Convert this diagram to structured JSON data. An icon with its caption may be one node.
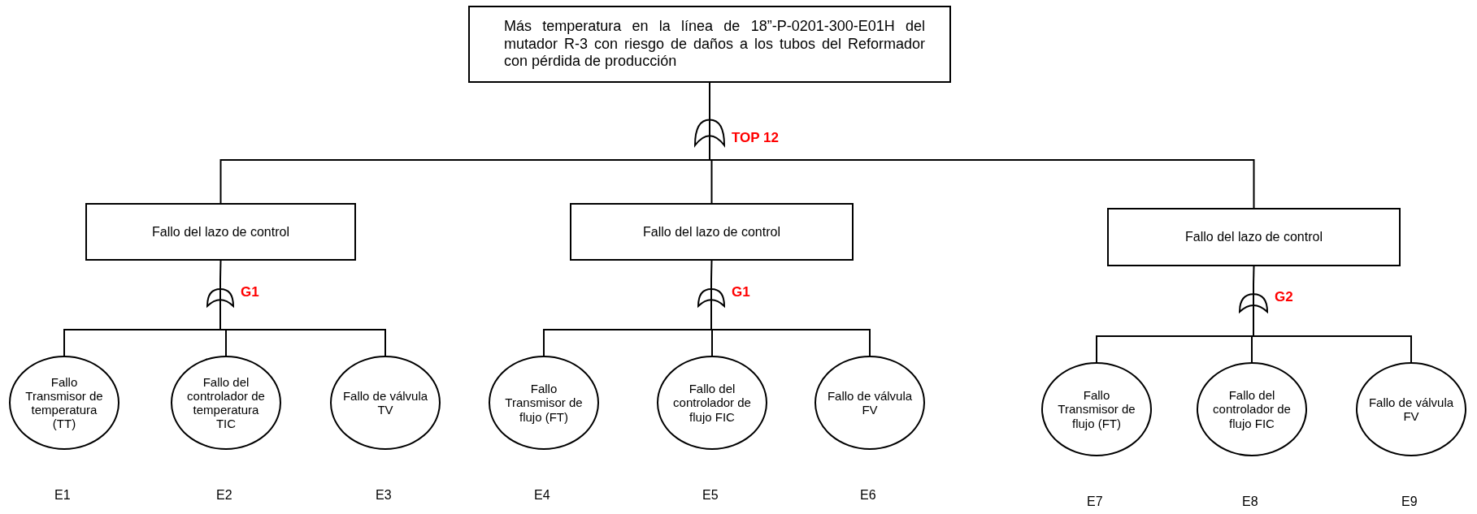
{
  "diagram": {
    "nodes": [
      {
        "text": [
          "Más temperatura en la línea de 18”-P-0201-300-E01H del mutador R-3 con riesgo de daños a los tubos del Reformador con pérdida de producción"
        ]
      },
      {
        "text": [],
        "shape": "gate",
        "beside": [
          "TOP 12"
        ]
      },
      {
        "text": [
          "Fallo del lazo de control"
        ]
      },
      {
        "text": [
          "Fallo del lazo de control"
        ]
      },
      {
        "text": [
          "Fallo del lazo de control"
        ]
      },
      {
        "text": [],
        "shape": "gate",
        "beside": [
          "G1"
        ]
      },
      {
        "text": [],
        "shape": "gate",
        "beside": [
          "G1"
        ]
      },
      {
        "text": [],
        "shape": "gate",
        "beside": [
          "G2"
        ]
      },
      {
        "text": [
          "Fallo Transmisor de temperatura (TT)"
        ],
        "beside": [
          "E1"
        ]
      },
      {
        "text": [
          "Fallo del controlador de temperatura TIC"
        ],
        "beside": [
          "E2"
        ]
      },
      {
        "text": [
          "Fallo de válvula TV"
        ],
        "beside": [
          "E3"
        ]
      },
      {
        "text": [
          "Fallo Transmisor de flujo (FT)"
        ],
        "beside": [
          "E4"
        ]
      },
      {
        "text": [
          "Fallo del controlador de flujo FIC"
        ],
        "beside": [
          "E5"
        ]
      },
      {
        "text": [
          "Fallo de válvula FV"
        ],
        "beside": [
          "E6"
        ]
      },
      {
        "text": [
          "Fallo Transmisor de flujo (FT)"
        ],
        "beside": [
          "E7"
        ]
      },
      {
        "text": [
          "Fallo del controlador de flujo FIC"
        ],
        "beside": [
          "E8"
        ]
      },
      {
        "text": [
          "Fallo de válvula FV"
        ],
        "beside": [
          "E9"
        ]
      }
    ],
    "edges": [
      {
        "from": 0,
        "to": 1,
        "arrow": "none"
      },
      {
        "from": 1,
        "to": 2,
        "arrow": "none"
      },
      {
        "from": 1,
        "to": 3,
        "arrow": "none"
      },
      {
        "from": 1,
        "to": 4,
        "arrow": "none"
      },
      {
        "from": 2,
        "to": 5,
        "arrow": "none"
      },
      {
        "from": 3,
        "to": 6,
        "arrow": "none"
      },
      {
        "from": 4,
        "to": 7,
        "arrow": "none"
      },
      {
        "from": 5,
        "to": 8,
        "arrow": "none"
      },
      {
        "from": 5,
        "to": 9,
        "arrow": "none"
      },
      {
        "from": 5,
        "to": 10,
        "arrow": "none"
      },
      {
        "from": 6,
        "to": 11,
        "arrow": "none"
      },
      {
        "from": 6,
        "to": 12,
        "arrow": "none"
      },
      {
        "from": 6,
        "to": 13,
        "arrow": "none"
      },
      {
        "from": 7,
        "to": 14,
        "arrow": "none"
      },
      {
        "from": 7,
        "to": 15,
        "arrow": "none"
      },
      {
        "from": 7,
        "to": 16,
        "arrow": "none"
      }
    ]
  }
}
